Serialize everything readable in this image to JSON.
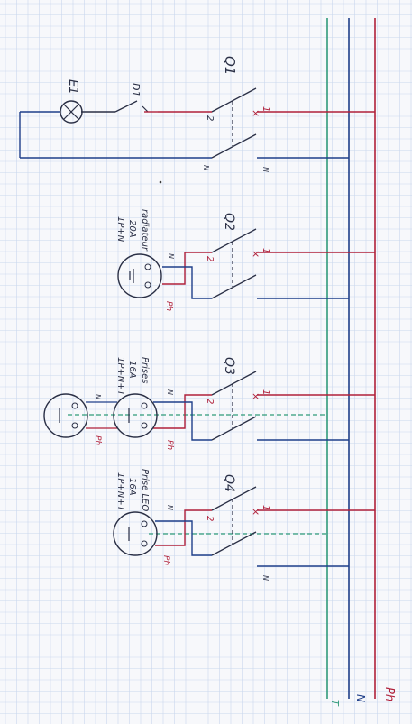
{
  "title": "",
  "colors": {
    "paper": "#f7f8fb",
    "grid": "#c9d7ee",
    "phase": "#b0203a",
    "neutral": "#1f3f8a",
    "earth": "#2f9a7a",
    "wire": "#2a2f45",
    "pencil": "#3a3a3a"
  },
  "rails": {
    "earth_label": "T",
    "neutral_label": "N",
    "phase_label": "Ph"
  },
  "components": {
    "lamp_label": "E1",
    "switch_label": "D1",
    "q1_label": "Q1",
    "q2_label": "Q2",
    "q3_label": "Q3",
    "q4_label": "Q4"
  },
  "circuits": [
    {
      "name": "Q2",
      "lines": [
        "radiateur",
        "20A",
        "1P+N"
      ]
    },
    {
      "name": "Q3",
      "lines": [
        "Prises",
        "16A",
        "1P+N+T"
      ]
    },
    {
      "name": "Q4",
      "lines": [
        "Prise LEO",
        "16A",
        "1P+N+T"
      ]
    }
  ],
  "terminals": {
    "pole_1": "1",
    "pole_2": "2",
    "neutral_mark": "N",
    "phase_mark": "Ph"
  }
}
